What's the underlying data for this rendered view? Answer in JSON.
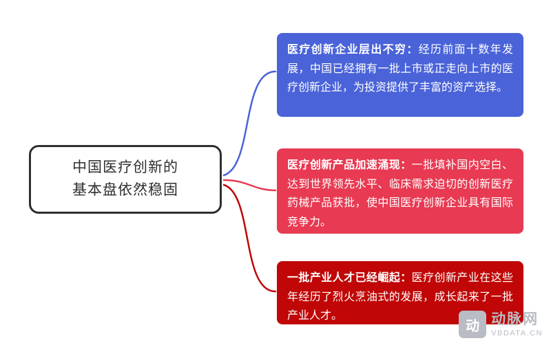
{
  "root": {
    "label": "中国医疗创新的\n基本盘依然稳固"
  },
  "branches": [
    {
      "title": "医疗创新企业层出不穷：",
      "body": "经历前面十数年发展，中国已经拥有一批上市或正走向上市的医疗创新企业，为投资提供了丰富的资产选择。",
      "color": "#4a63d8"
    },
    {
      "title": "医疗创新产品加速涌现：",
      "body": "一批填补国内空白、达到世界领先水平、临床需求迫切的创新医疗药械产品获批，使中国医疗创新企业具有国际竞争力。",
      "color": "#e83a52"
    },
    {
      "title": "一批产业人才已经崛起：",
      "body": "医疗创新产业在这些年经历了烈火烹油式的发展，成长起来了一批产业人才。",
      "color": "#c00606"
    }
  ],
  "watermark": {
    "logo_glyph": "动",
    "name": "动脉网",
    "domain": "VBDATA.CN"
  }
}
